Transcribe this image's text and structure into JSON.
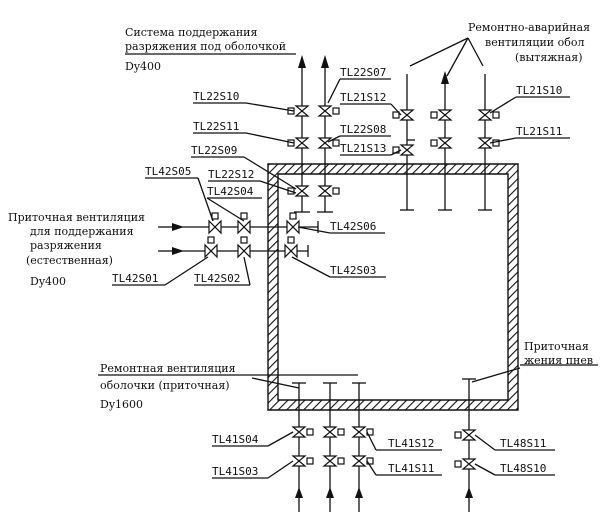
{
  "captions": {
    "vacuum_system_line1": "Система поддержания",
    "vacuum_system_line2": "разряжения под оболочкой",
    "vacuum_system_dn": "Dy400",
    "emergency_vent_line1": "Ремонтно-аварийная",
    "emergency_vent_line2": "вентиляции обол",
    "emergency_vent_line3": "(вытяжная)",
    "supply_vent_line1": "Приточная вентиляция",
    "supply_vent_line2": "для поддержания",
    "supply_vent_line3": "разряжения",
    "supply_vent_line4": "(естественная)",
    "supply_vent_dn": "Dy400",
    "repair_vent_line1": "Ремонтная вентиляция",
    "repair_vent_line2": "оболочки (приточная)",
    "repair_vent_dn": "Dy1600",
    "pneumo_line1": "Приточная",
    "pneumo_line2": "жения пнев"
  },
  "tags": {
    "tl22s07": "TL22S07",
    "tl22s10": "TL22S10",
    "tl22s11": "TL22S11",
    "tl22s08": "TL22S08",
    "tl22s09": "TL22S09",
    "tl22s12": "TL22S12",
    "tl21s12": "TL21S12",
    "tl21s13": "TL21S13",
    "tl21s10": "TL21S10",
    "tl21s11": "TL21S11",
    "tl42s05": "TL42S05",
    "tl42s04": "TL42S04",
    "tl42s06": "TL42S06",
    "tl42s01": "TL42S01",
    "tl42s02": "TL42S02",
    "tl42s03": "TL42S03",
    "tl41s04": "TL41S04",
    "tl41s03": "TL41S03",
    "tl41s12": "TL41S12",
    "tl41s11": "TL41S11",
    "tl48s11": "TL48S11",
    "tl48s10": "TL48S10"
  }
}
